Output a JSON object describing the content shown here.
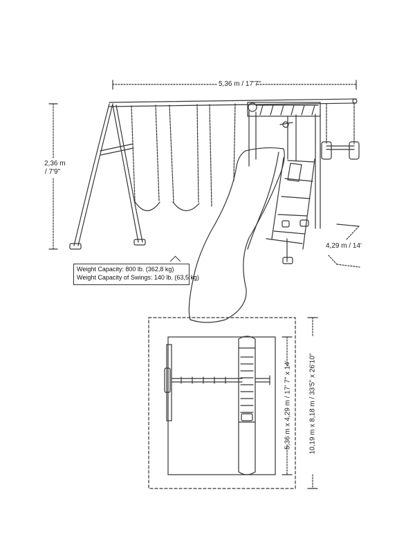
{
  "dimensions": {
    "width": "5,36 m / 17'7\"",
    "height_line1": "2,36 m",
    "height_line2": "/ 7'9\"",
    "depth": "4,29 m / 14'",
    "footprint": "5,36 m x 4,29 m / 17' 7\" x 14'",
    "play_area": "10,19 m x 8,18 m / 33'5\" x 26'10\""
  },
  "capacity": {
    "line1": "Weight Capacity: 800 lb. (362,8 kg)",
    "line2": "Weight Capacity of Swings: 140 lb. (63,5 kg)"
  }
}
